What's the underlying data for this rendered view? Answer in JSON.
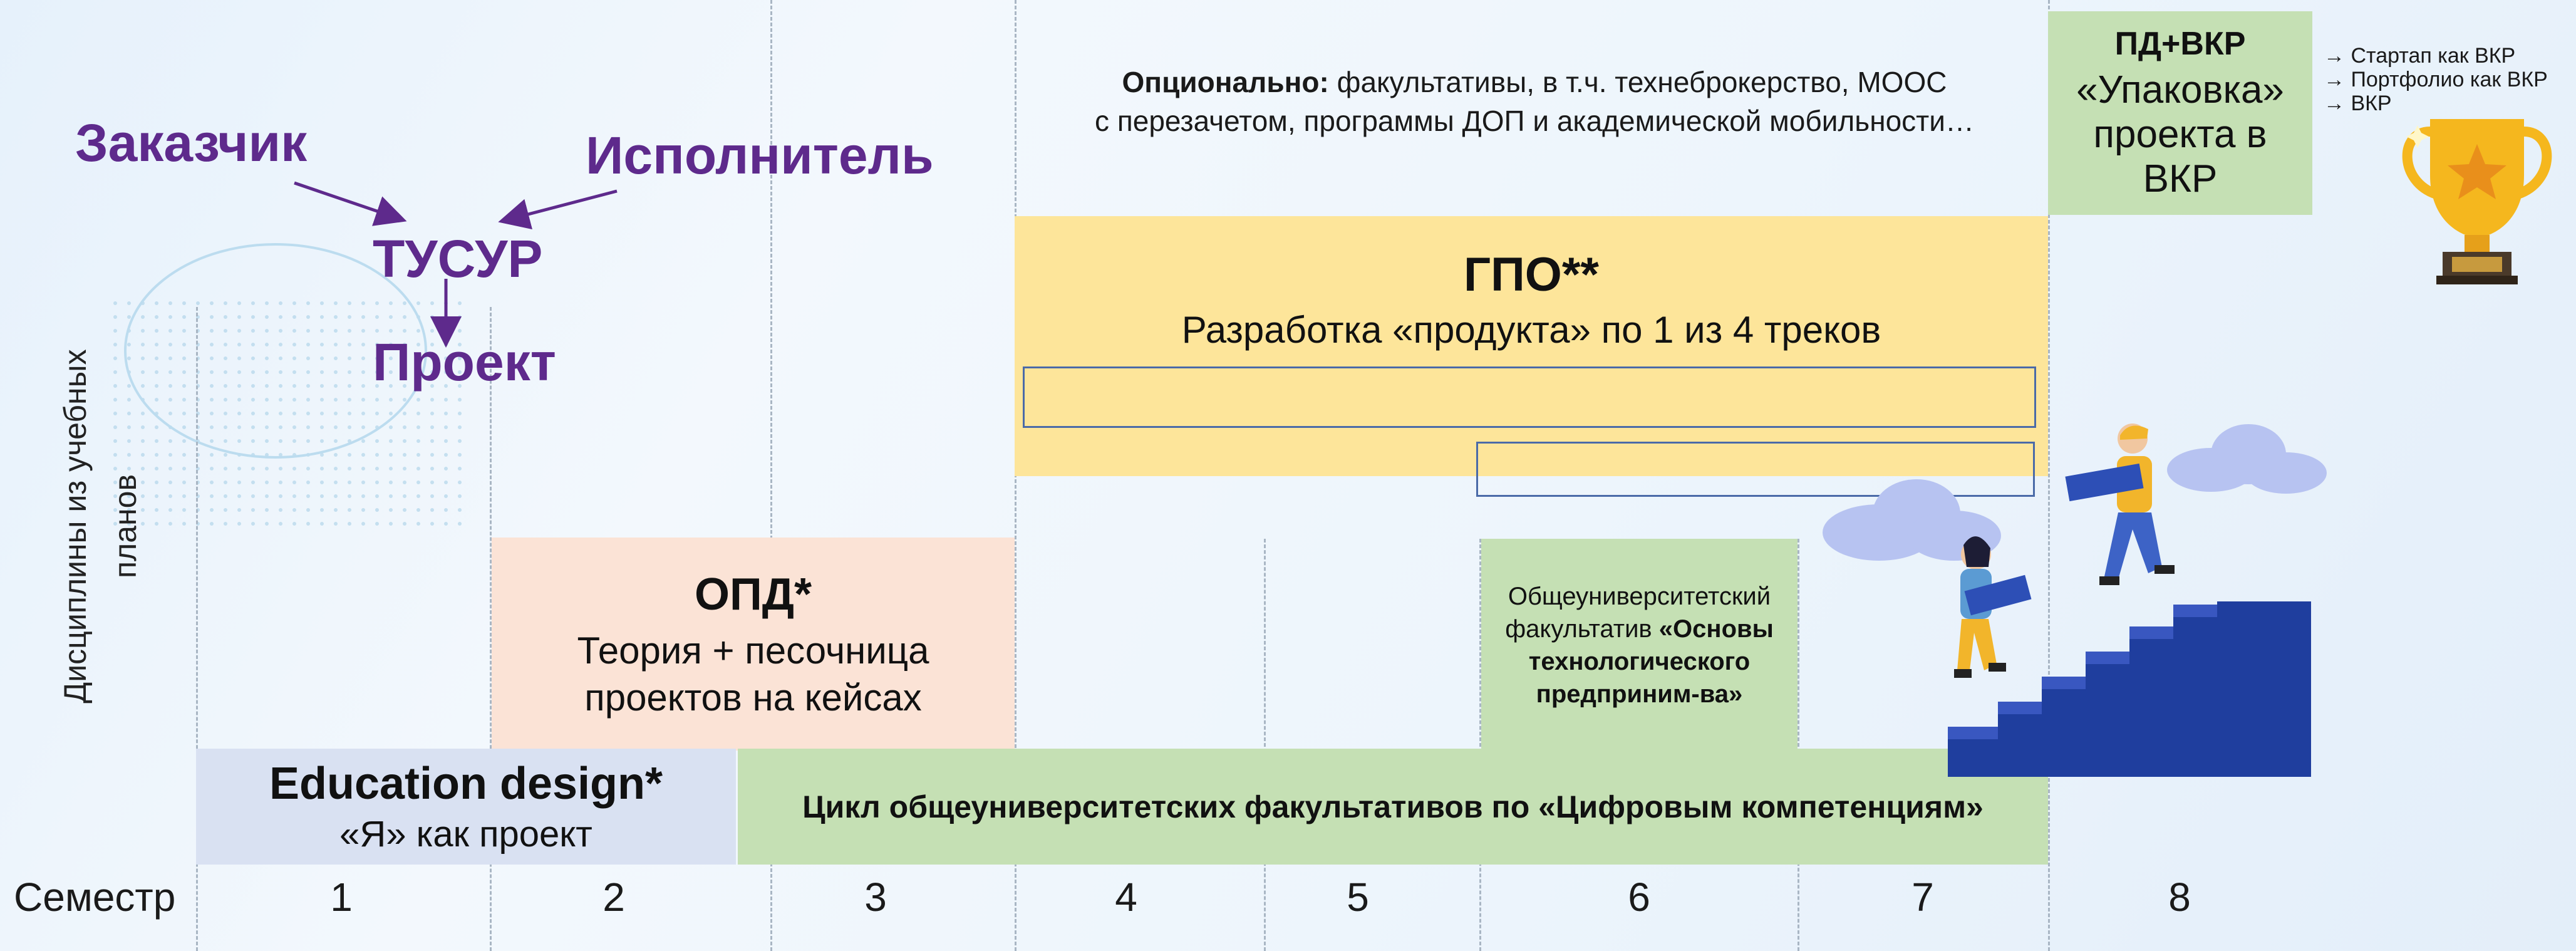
{
  "semester_label": "Семестр",
  "semesters": [
    "1",
    "2",
    "3",
    "4",
    "5",
    "6",
    "7",
    "8"
  ],
  "vertical_label": "Дисциплины  из учебных планов",
  "stakeholders": {
    "customer": "Заказчик",
    "performer": "Исполнитель",
    "university": "ТУСУР",
    "project": "Проект"
  },
  "optional": {
    "bold": "Опционально:",
    "line1_rest": " факультативы, в т.ч. технеброкерство,  МООС",
    "line2": "с перезачетом, программы ДОП и академической мобильности…"
  },
  "pd_vkr": {
    "title": "ПД+ВКР",
    "line1": "«Упаковка»",
    "line2": "проекта в",
    "line3": "ВКР"
  },
  "vkr_list": [
    "→ Стартап как ВКР",
    "→ Портфолио как ВКР",
    "→ ВКР"
  ],
  "gpo": {
    "title": "ГПО**",
    "subtitle": "Разработка «продукта» по 1 из 4 треков"
  },
  "opd": {
    "title": "ОПД*",
    "line1": "Теория + песочница",
    "line2": "проектов на кейсах"
  },
  "elective": {
    "line1": "Общеуниверситетский",
    "line2_plain": "факультатив ",
    "line2_bold": "«Основы",
    "line3": "технологического",
    "line4": "предприним-ва»"
  },
  "education_design": {
    "title": "Education design*",
    "subtitle": "«Я» как проект"
  },
  "digital_cycle": "Цикл общеуниверситетских факультативов по «Цифровым компетенциям»",
  "colors": {
    "purple": "#5e2a8c",
    "gpo_yellow": "#fde59a",
    "opd_peach": "#fbe3d6",
    "green": "#c5e0b4",
    "education_blue": "#d9e1f2",
    "stairs_blue": "#1f3e9e"
  }
}
